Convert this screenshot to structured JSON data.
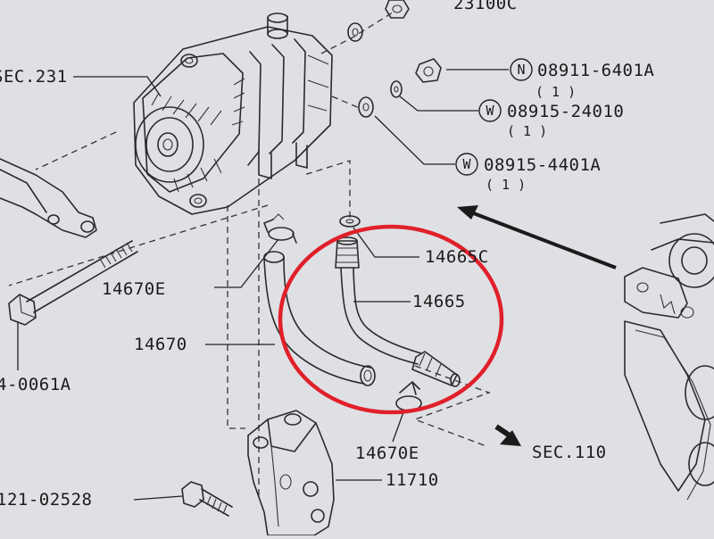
{
  "labels": {
    "top_partial": "23100C",
    "sec231": "SEC.231",
    "nut_code": "N",
    "nut_part": "08911-6401A",
    "nut_qty": "( 1 )",
    "washer1_code": "W",
    "washer1_part": "08915-24010",
    "washer1_qty": "( 1 )",
    "washer2_code": "W",
    "washer2_part": "08915-4401A",
    "washer2_qty": "( 1 )",
    "p14665c": "14665C",
    "p14665": "14665",
    "p14670e_left": "14670E",
    "p14670": "14670",
    "bolt_left": "4-0061A",
    "p14670e_bottom": "14670E",
    "sec110": "SEC.110",
    "p11710": "11710",
    "bolt_bottom": "121-02528"
  },
  "colors": {
    "background": "#dfe0e4",
    "highlight_circle": "#e0202a",
    "line": "#2a2a2a"
  }
}
